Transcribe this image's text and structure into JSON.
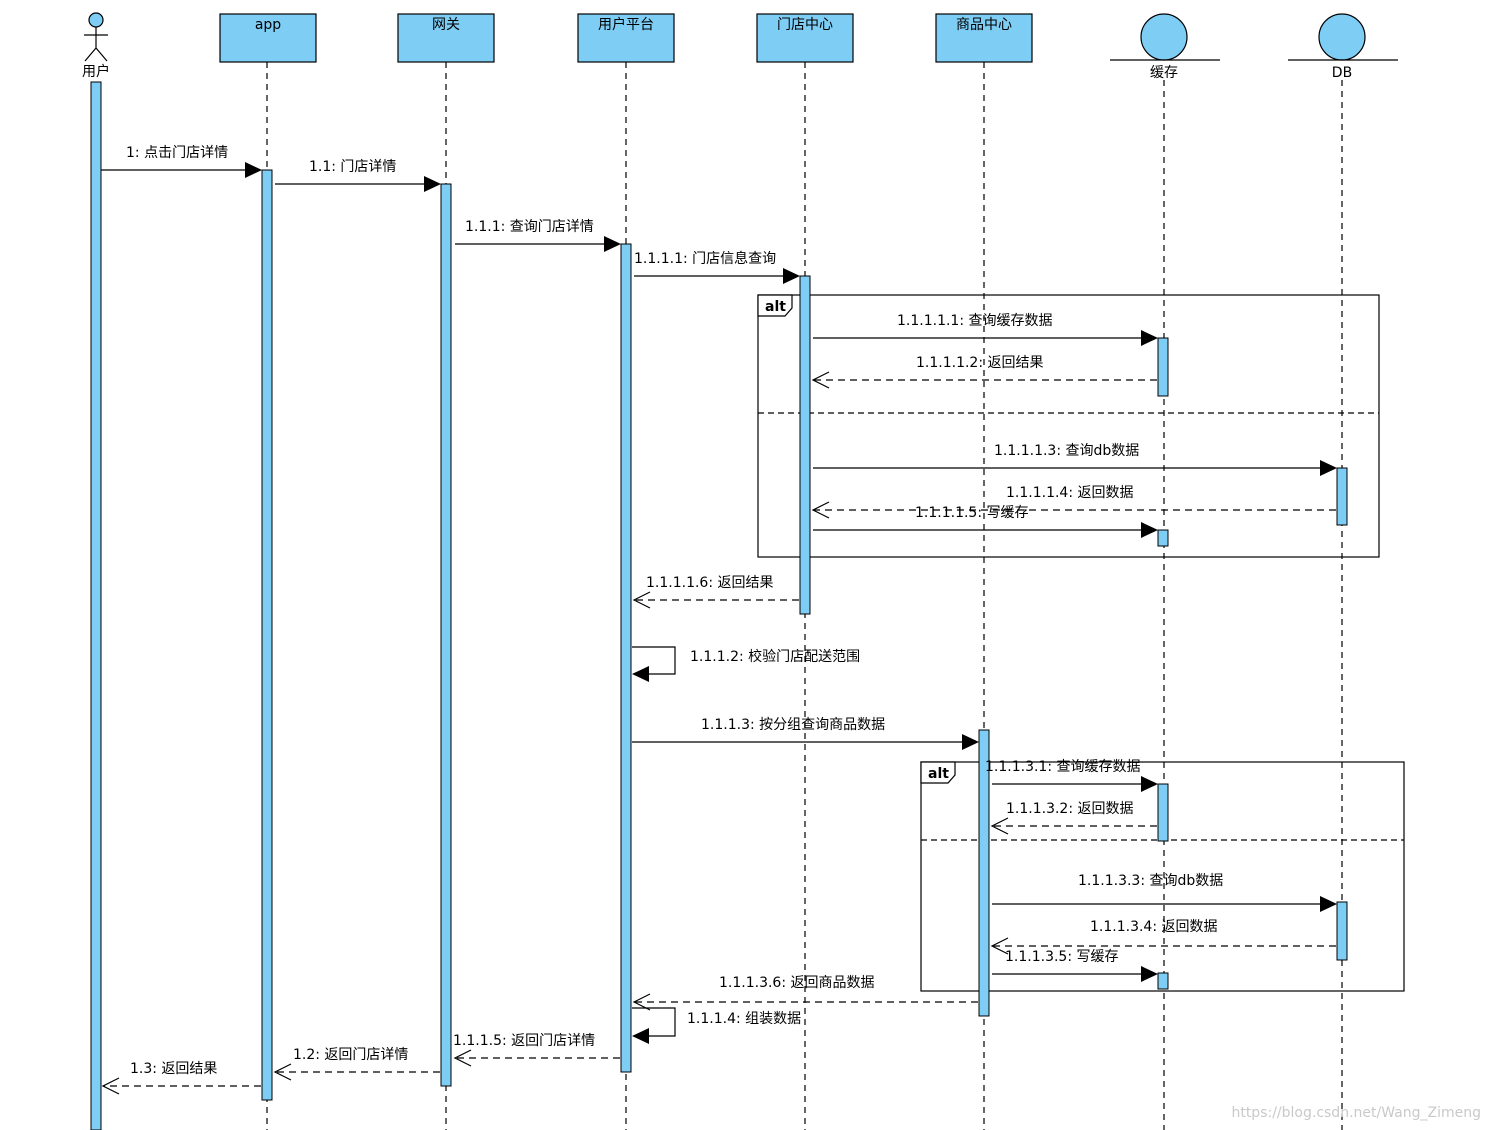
{
  "participants": [
    {
      "id": "user",
      "label": "用户",
      "kind": "actor"
    },
    {
      "id": "app",
      "label": "app",
      "kind": "box"
    },
    {
      "id": "gateway",
      "label": "网关",
      "kind": "box"
    },
    {
      "id": "user_platform",
      "label": "用户平台",
      "kind": "box"
    },
    {
      "id": "store_center",
      "label": "门店中心",
      "kind": "box"
    },
    {
      "id": "goods_center",
      "label": "商品中心",
      "kind": "box"
    },
    {
      "id": "cache",
      "label": "缓存",
      "kind": "entity"
    },
    {
      "id": "db",
      "label": "DB",
      "kind": "entity"
    }
  ],
  "messages": [
    {
      "id": "m1",
      "label": "1: 点击门店详情",
      "from": "user",
      "to": "app",
      "type": "sync"
    },
    {
      "id": "m2",
      "label": "1.1: 门店详情",
      "from": "app",
      "to": "gateway",
      "type": "sync"
    },
    {
      "id": "m3",
      "label": "1.1.1: 查询门店详情",
      "from": "gateway",
      "to": "user_platform",
      "type": "sync"
    },
    {
      "id": "m4",
      "label": "1.1.1.1: 门店信息查询",
      "from": "user_platform",
      "to": "store_center",
      "type": "sync"
    },
    {
      "id": "m5",
      "label": "1.1.1.1.1: 查询缓存数据",
      "from": "store_center",
      "to": "cache",
      "type": "sync"
    },
    {
      "id": "m6",
      "label": "1.1.1.1.2: 返回结果",
      "from": "cache",
      "to": "store_center",
      "type": "return"
    },
    {
      "id": "m7",
      "label": "1.1.1.1.3: 查询db数据",
      "from": "store_center",
      "to": "db",
      "type": "sync"
    },
    {
      "id": "m8",
      "label": "1.1.1.1.4: 返回数据",
      "from": "db",
      "to": "store_center",
      "type": "return"
    },
    {
      "id": "m9",
      "label": "1.1.1.1.5: 写缓存",
      "from": "store_center",
      "to": "cache",
      "type": "sync"
    },
    {
      "id": "m10",
      "label": "1.1.1.1.6: 返回结果",
      "from": "store_center",
      "to": "user_platform",
      "type": "return"
    },
    {
      "id": "m11",
      "label": "1.1.1.2: 校验门店配送范围",
      "from": "user_platform",
      "to": "user_platform",
      "type": "self"
    },
    {
      "id": "m12",
      "label": "1.1.1.3: 按分组查询商品数据",
      "from": "user_platform",
      "to": "goods_center",
      "type": "sync"
    },
    {
      "id": "m13",
      "label": "1.1.1.3.1: 查询缓存数据",
      "from": "goods_center",
      "to": "cache",
      "type": "sync"
    },
    {
      "id": "m14",
      "label": "1.1.1.3.2: 返回数据",
      "from": "cache",
      "to": "goods_center",
      "type": "return"
    },
    {
      "id": "m15",
      "label": "1.1.1.3.3: 查询db数据",
      "from": "goods_center",
      "to": "db",
      "type": "sync"
    },
    {
      "id": "m16",
      "label": "1.1.1.3.4: 返回数据",
      "from": "db",
      "to": "goods_center",
      "type": "return"
    },
    {
      "id": "m17",
      "label": "1.1.1.3.5: 写缓存",
      "from": "goods_center",
      "to": "cache",
      "type": "sync"
    },
    {
      "id": "m18",
      "label": "1.1.1.3.6: 返回商品数据",
      "from": "goods_center",
      "to": "user_platform",
      "type": "return"
    },
    {
      "id": "m19",
      "label": "1.1.1.4: 组装数据",
      "from": "user_platform",
      "to": "user_platform",
      "type": "self"
    },
    {
      "id": "m20",
      "label": "1.1.1.5: 返回门店详情",
      "from": "user_platform",
      "to": "gateway",
      "type": "return"
    },
    {
      "id": "m21",
      "label": "1.2: 返回门店详情",
      "from": "gateway",
      "to": "app",
      "type": "return"
    },
    {
      "id": "m22",
      "label": "1.3: 返回结果",
      "from": "app",
      "to": "user",
      "type": "return"
    }
  ],
  "fragments": [
    {
      "id": "f1",
      "operator": "alt"
    },
    {
      "id": "f2",
      "operator": "alt"
    }
  ],
  "watermark": "https://blog.csdn.net/Wang_Zimeng",
  "colors": {
    "fill": "#7ecdf5",
    "stroke": "#000000"
  }
}
